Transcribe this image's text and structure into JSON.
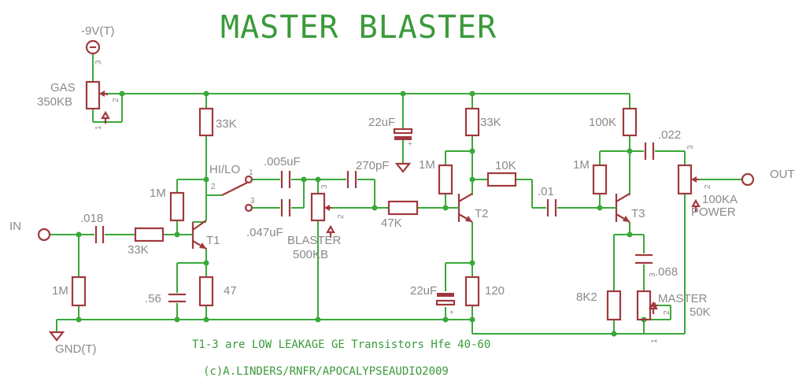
{
  "title": "MASTER BLASTER",
  "labels": {
    "supply": "-9V(T)",
    "gas_pot": "GAS",
    "gas_value": "350KB",
    "r_33k_top": "33K",
    "hi_lo": "HI/LO",
    "c_005": ".005uF",
    "c_270p": "270pF",
    "c_22u_top": "22uF",
    "r_33k_t2": "33K",
    "r_100k": "100K",
    "c_022": ".022",
    "out": "OUT",
    "in": "IN",
    "c_018": ".018",
    "r_33k_in": "33K",
    "r_1m_t1": "1M",
    "t1": "T1",
    "c_047": ".047uF",
    "blaster": "BLASTER",
    "blaster_value": "500KB",
    "r_47k": "47K",
    "r_1m_t2": "1M",
    "t2": "T2",
    "r_10k": "10K",
    "c_01": ".01",
    "r_1m_t3": "1M",
    "t3": "T3",
    "power_value": "100KA",
    "power": "POWER",
    "r_1m_in": "1M",
    "c_56": ".56",
    "r_47": "47",
    "c_22u_bot": "22uF",
    "r_120": "120",
    "r_8k2": "8K2",
    "c_068": ".068",
    "master": "MASTER",
    "master_value": "50K",
    "gnd": "GND(T)",
    "pin_1": "1",
    "pin_2": "2",
    "pin_3": "3",
    "plus": "+"
  },
  "notes": {
    "transistors": "T1-3 are LOW LEAKAGE GE Transistors Hfe 40-60",
    "credit": "(c)A.LINDERS/RNFR/APOCALYPSEAUDIO2009"
  },
  "colors": {
    "wire": "#3aa93a",
    "component": "#a0393d",
    "label": "#8a8a8a",
    "title": "#3a9a3a"
  }
}
